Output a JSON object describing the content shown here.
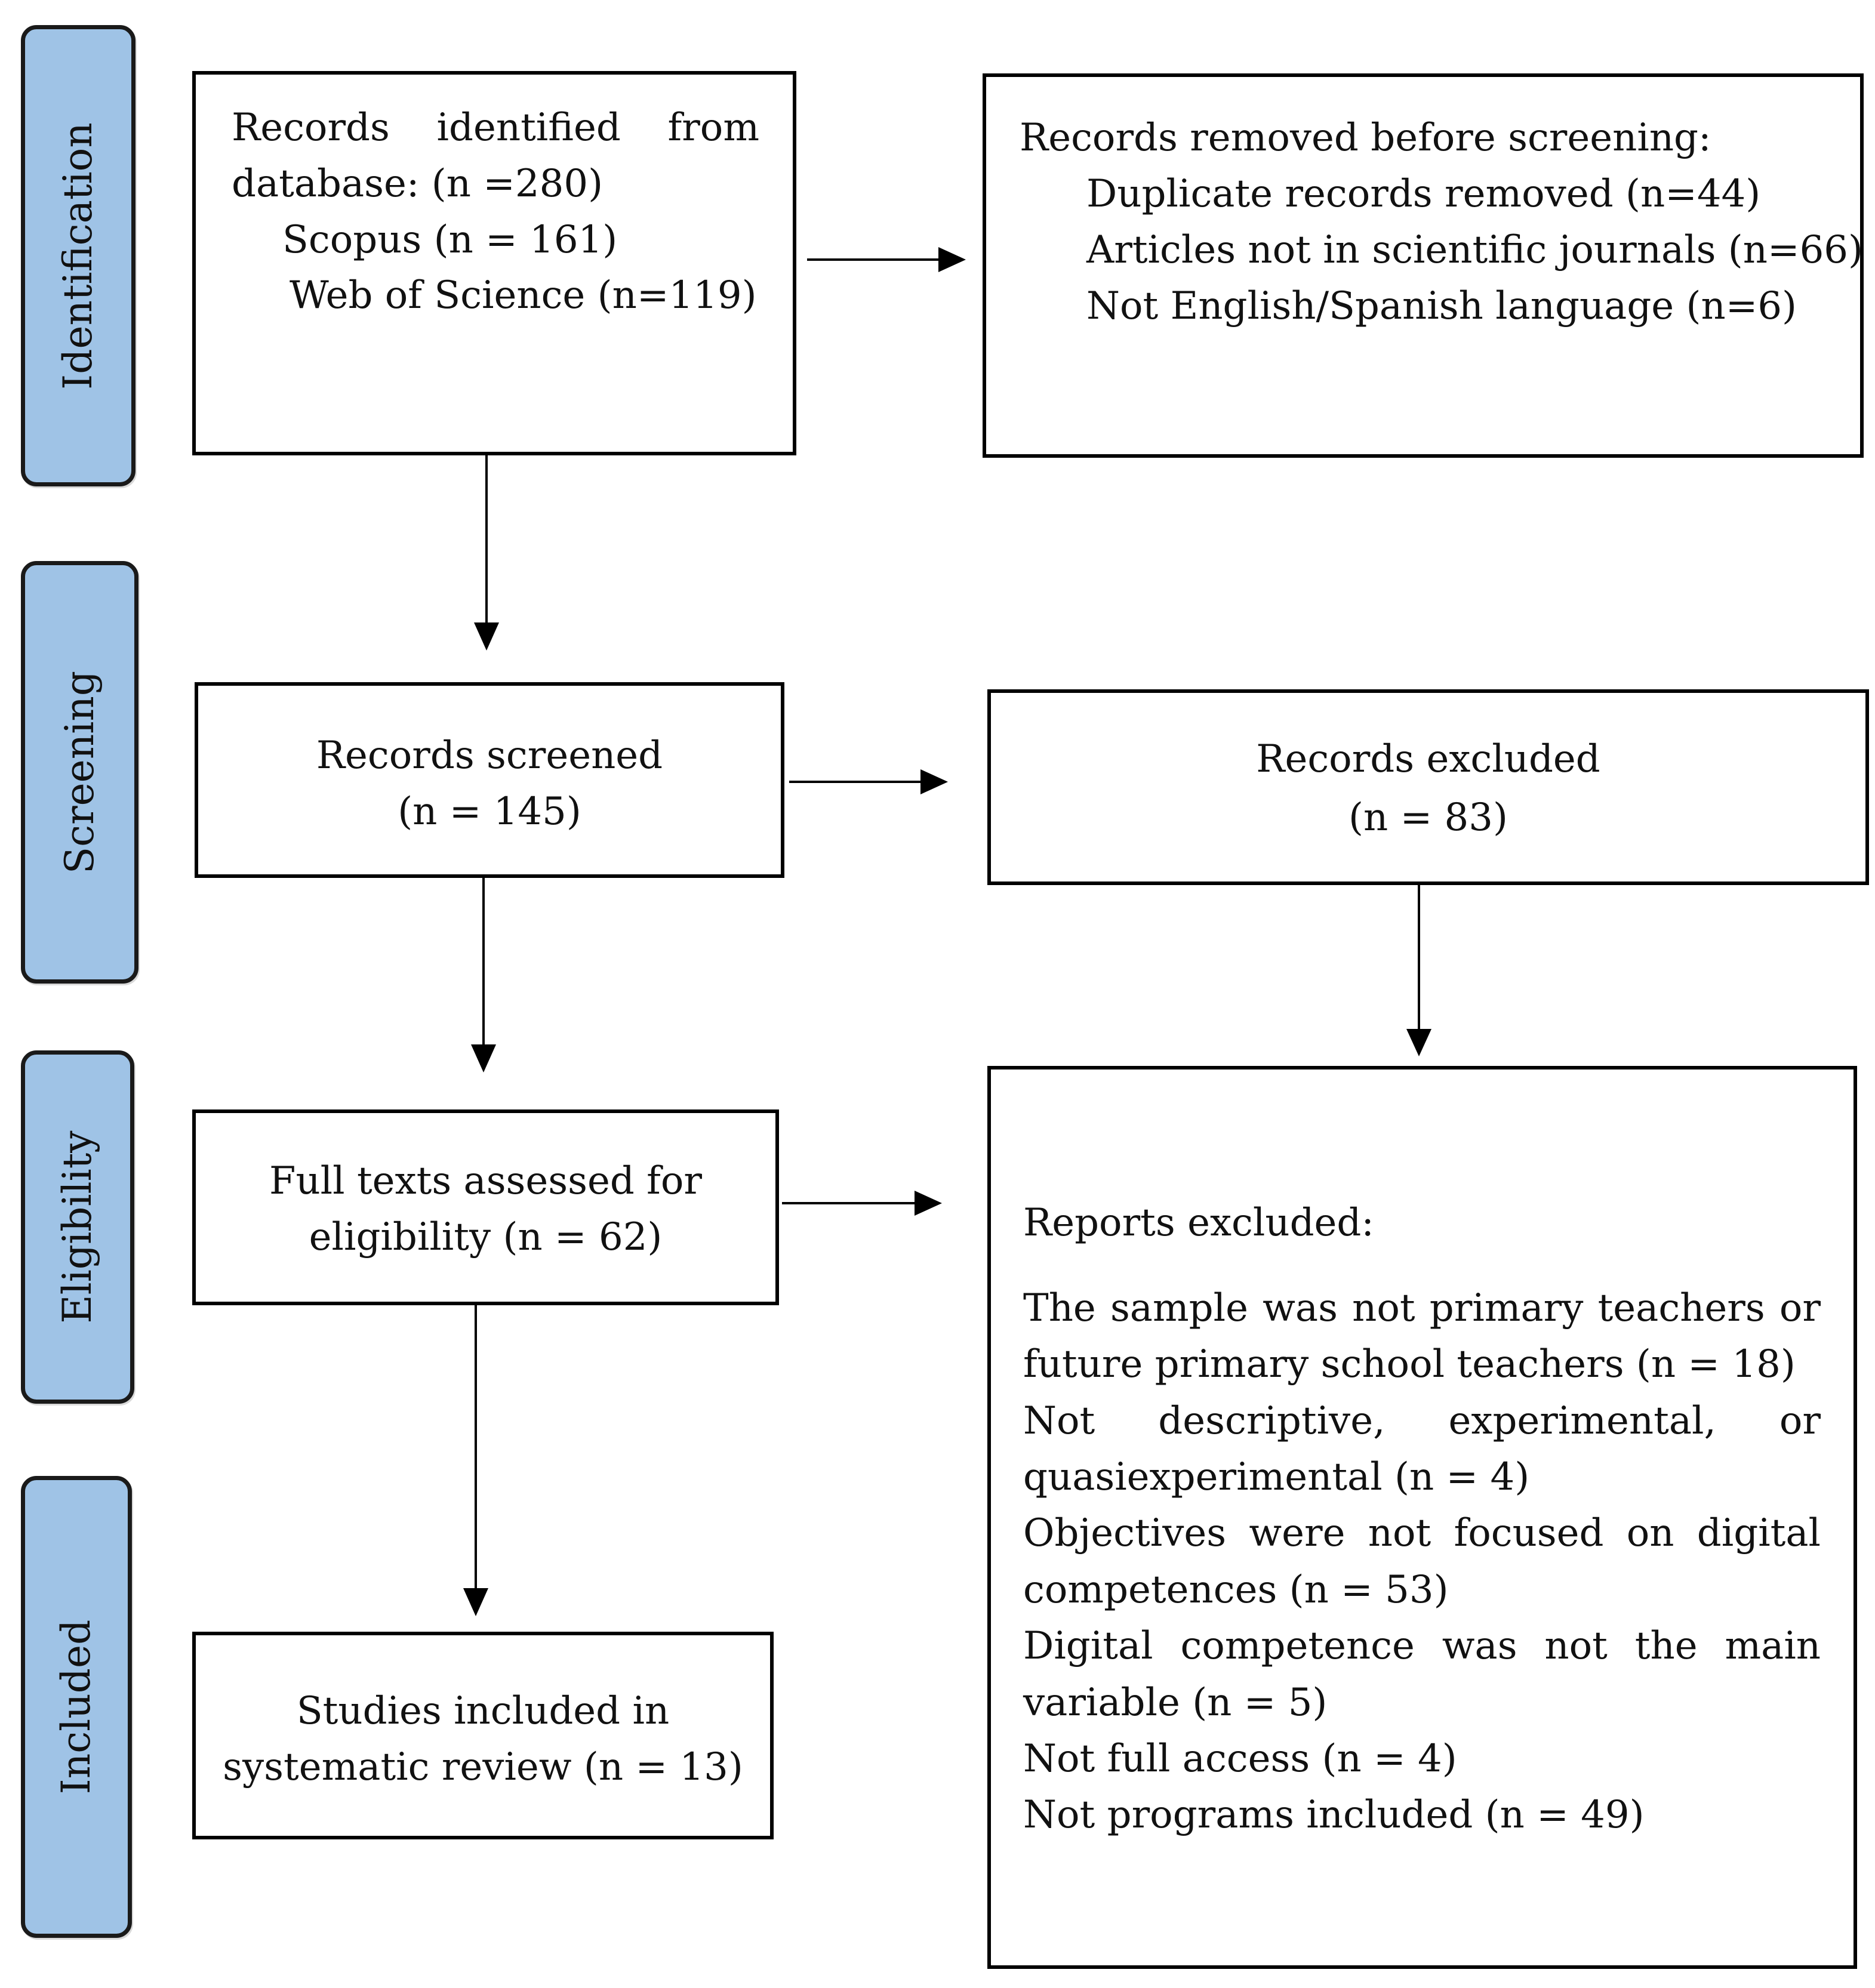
{
  "stages": {
    "identification": "Identification",
    "screening": "Screening",
    "eligibility": "Eligibility",
    "included": "Included"
  },
  "identified": {
    "line1_words": [
      "Records",
      "identified",
      "from"
    ],
    "line2": "database: (n =280)",
    "scopus": "Scopus (n = 161)",
    "wos": "Web of Science (n=119)"
  },
  "removed": {
    "title": "Records removed before screening:",
    "items": [
      "Duplicate records removed (n=44)",
      "Articles not in scientific journals (n=66)",
      "Not English/Spanish language (n=6)"
    ]
  },
  "screened": {
    "label": "Records screened",
    "count": "(n = 145)"
  },
  "excluded": {
    "label": "Records excluded",
    "count": "(n = 83)"
  },
  "fulltext": {
    "line1": "Full texts assessed for",
    "line2": "eligibility (n = 62)"
  },
  "reports": {
    "title": "Reports excluded:",
    "lines": [
      "The sample was not primary teachers or",
      "future primary school teachers (n = 18)",
      "Not descriptive, experimental, or",
      "quasiexperimental (n = 4)",
      "Objectives were not focused on digital",
      "competences (n = 53)",
      "Digital competence was not the main",
      "variable (n = 5)",
      "Not full access (n = 4)",
      "Not programs included (n = 49)"
    ]
  },
  "included_box": {
    "line1": "Studies included in",
    "line2": "systematic review (n = 13)"
  },
  "colors": {
    "stage_fill": "#9fc3e6",
    "stroke": "#000000"
  }
}
